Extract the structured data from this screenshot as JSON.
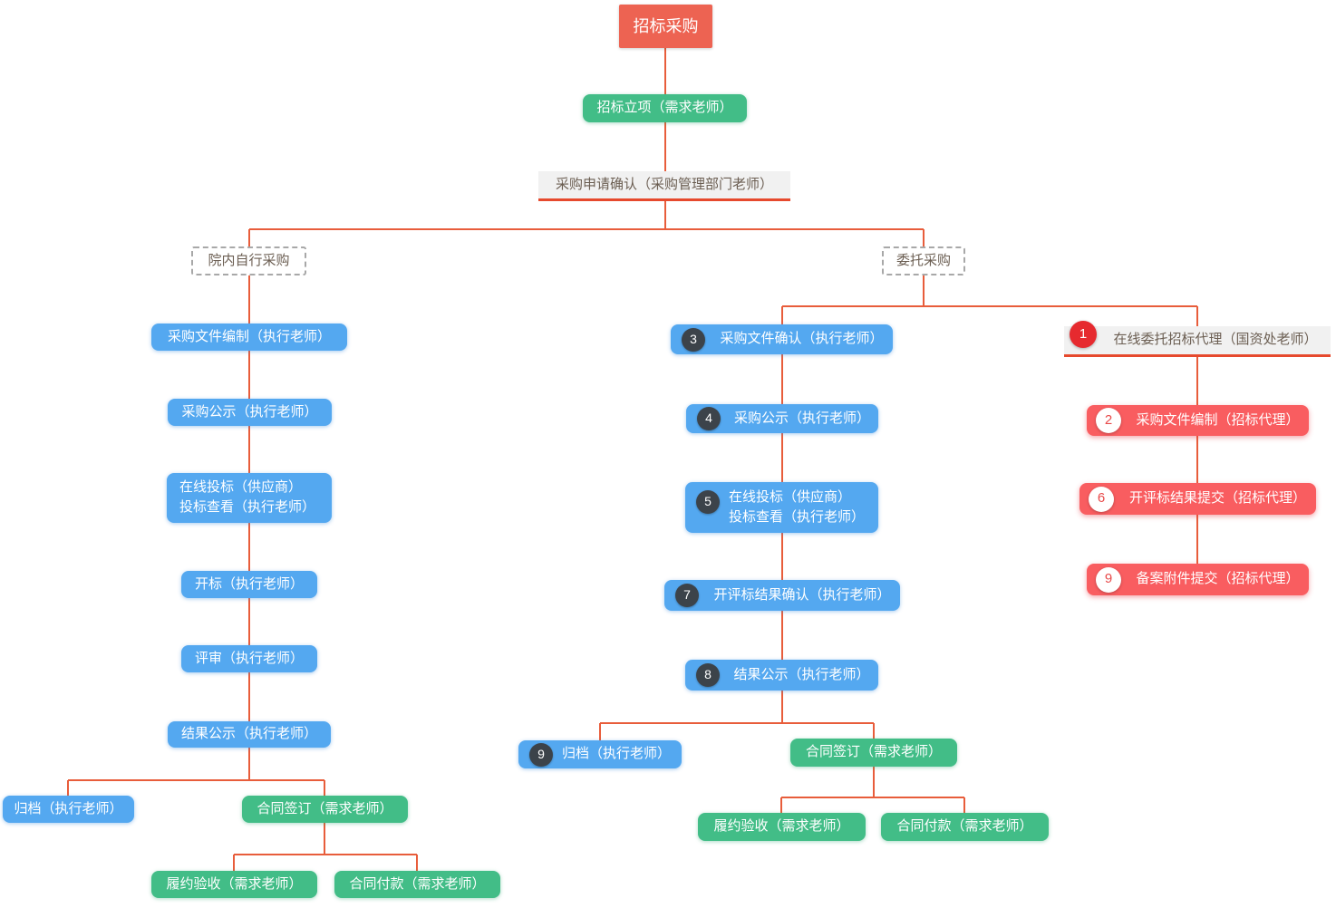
{
  "colors": {
    "wire": "#e85d3b",
    "root_red": "#ed6352",
    "agency_red": "#f95d60",
    "green": "#42bd87",
    "blue": "#54a8f0",
    "dark_badge": "#3c434a",
    "red_badge": "#e62a2f",
    "gray_box": "#f1f1f1",
    "gray_text": "#6b5e52",
    "underline_red": "#e6492d"
  },
  "flow": {
    "root": {
      "label": "招标采购"
    },
    "step1": {
      "label": "招标立项（需求老师）"
    },
    "step2": {
      "label": "采购申请确认（采购管理部门老师）"
    },
    "branch_self": {
      "label": "院内自行采购"
    },
    "branch_entrust": {
      "label": "委托采购"
    },
    "left": [
      {
        "label": "采购文件编制（执行老师）"
      },
      {
        "label": "采购公示（执行老师）"
      },
      {
        "line1": "在线投标（供应商）",
        "line2": "投标查看（执行老师）"
      },
      {
        "label": "开标（执行老师）"
      },
      {
        "label": "评审（执行老师）"
      },
      {
        "label": "结果公示（执行老师）"
      },
      {
        "label": "归档（执行老师）"
      },
      {
        "label": "合同签订（需求老师）"
      },
      {
        "label": "履约验收（需求老师）"
      },
      {
        "label": "合同付款（需求老师）"
      }
    ],
    "mid": [
      {
        "badge": "3",
        "label": "采购文件确认（执行老师）"
      },
      {
        "badge": "4",
        "label": "采购公示（执行老师）"
      },
      {
        "badge": "5",
        "line1": "在线投标（供应商）",
        "line2": "投标查看（执行老师）"
      },
      {
        "badge": "7",
        "label": "开评标结果确认（执行老师）"
      },
      {
        "badge": "8",
        "label": "结果公示（执行老师）"
      },
      {
        "badge": "9",
        "label": "归档（执行老师）"
      },
      {
        "label": "合同签订（需求老师）"
      },
      {
        "label": "履约验收（需求老师）"
      },
      {
        "label": "合同付款（需求老师）"
      }
    ],
    "right": [
      {
        "badge": "1",
        "label": "在线委托招标代理（国资处老师）"
      },
      {
        "badge": "2",
        "label": "采购文件编制（招标代理）"
      },
      {
        "badge": "6",
        "label": "开评标结果提交（招标代理）"
      },
      {
        "badge": "9",
        "label": "备案附件提交（招标代理）"
      }
    ]
  }
}
